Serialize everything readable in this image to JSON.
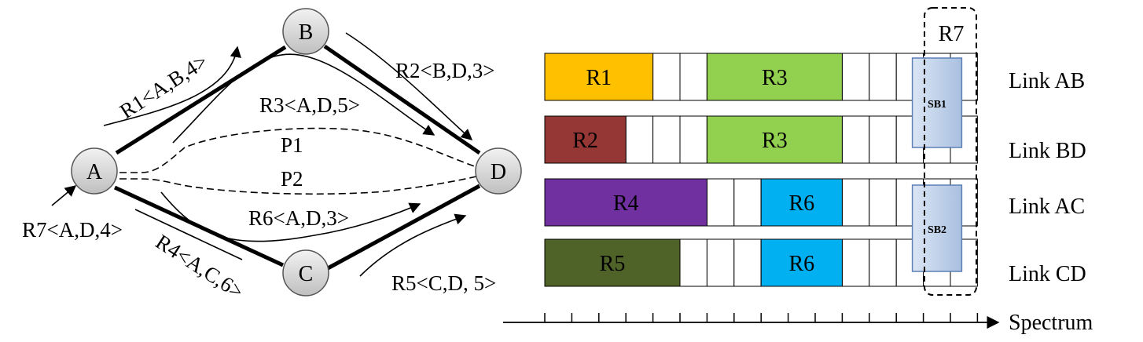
{
  "nodes": [
    {
      "id": "A",
      "label": "A"
    },
    {
      "id": "B",
      "label": "B"
    },
    {
      "id": "C",
      "label": "C"
    },
    {
      "id": "D",
      "label": "D"
    }
  ],
  "requests": {
    "r1": "R1<A,B,4>",
    "r2": "R2<B,D,3>",
    "r3": "R3<A,D,5>",
    "r4": "R4<A,C,6>",
    "r5": "R5<C,D, 5>",
    "r6": "R6<A,D,3>",
    "r7": "R7<A,D,4>"
  },
  "paths": {
    "p1": "P1",
    "p2": "P2"
  },
  "spectrum": {
    "rows": [
      {
        "link": "Link AB",
        "blocks": [
          {
            "label": "R1",
            "start": 0,
            "len": 4,
            "color": "#FFC000"
          },
          {
            "label": "R3",
            "start": 6,
            "len": 5,
            "color": "#92D050"
          }
        ]
      },
      {
        "link": "Link BD",
        "blocks": [
          {
            "label": "R2",
            "start": 0,
            "len": 3,
            "color": "#953735"
          },
          {
            "label": "R3",
            "start": 6,
            "len": 5,
            "color": "#92D050"
          }
        ]
      },
      {
        "link": "Link AC",
        "blocks": [
          {
            "label": "R4",
            "start": 0,
            "len": 6,
            "color": "#7030A0"
          },
          {
            "label": "R6",
            "start": 8,
            "len": 3,
            "color": "#00B0F0"
          }
        ]
      },
      {
        "link": "Link CD",
        "blocks": [
          {
            "label": "R5",
            "start": 0,
            "len": 5,
            "color": "#4F6228"
          },
          {
            "label": "R6",
            "start": 8,
            "len": 3,
            "color": "#00B0F0"
          }
        ]
      }
    ],
    "total_slots": 16,
    "superblocks": [
      {
        "label": "SB1",
        "start": 14,
        "len": 2
      },
      {
        "label": "SB2",
        "start": 14,
        "len": 2
      }
    ],
    "r7_label": "R7",
    "axis_label": "Spectrum",
    "sb_color": "#B9CDE5"
  }
}
